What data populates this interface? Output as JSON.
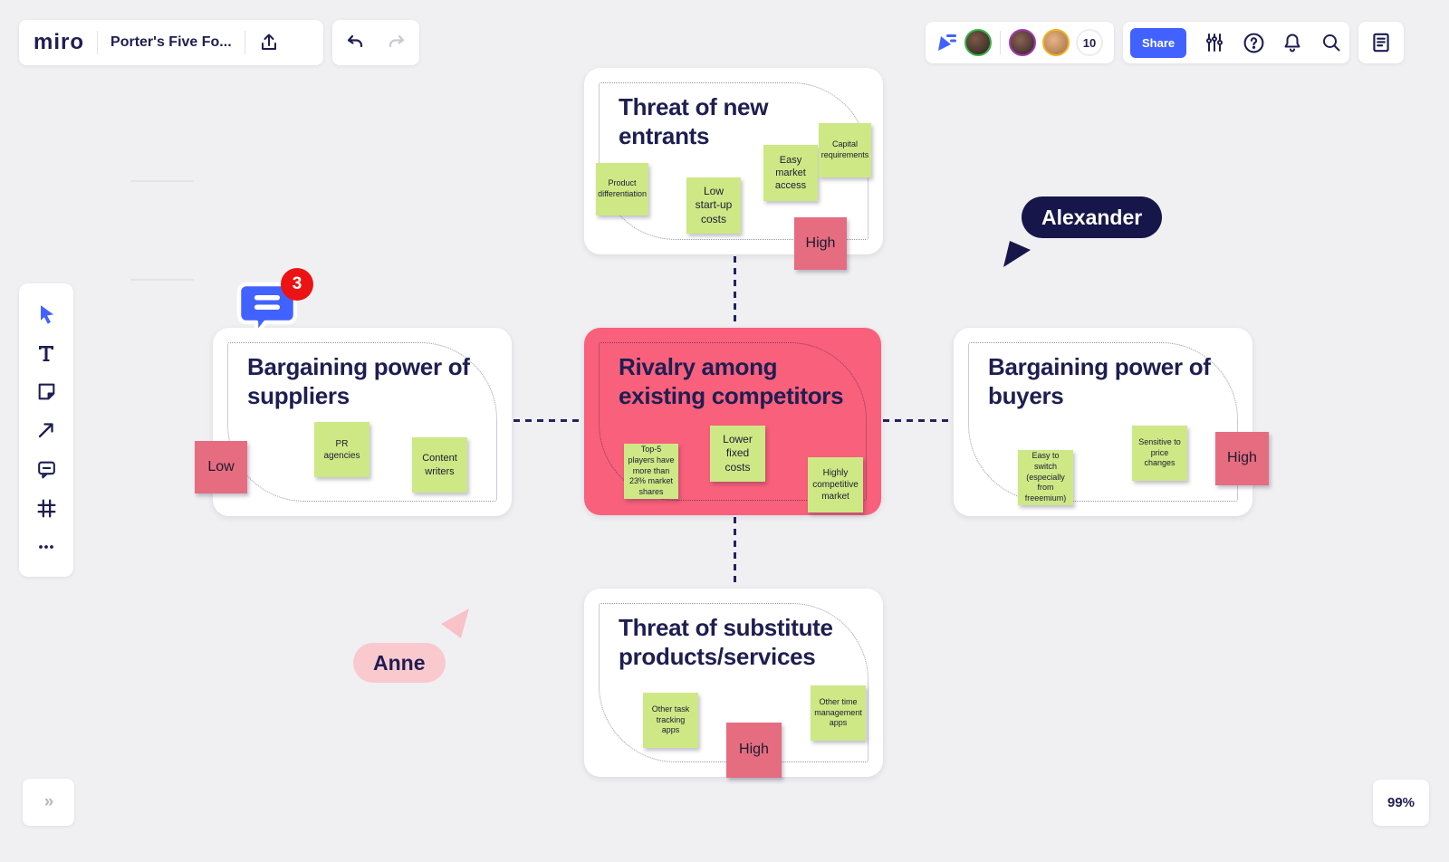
{
  "toolbar": {
    "logo": "miro",
    "board_title": "Porter's Five Fo...",
    "share_label": "Share"
  },
  "presence": {
    "count": "10",
    "users": [
      {
        "ring_color": "#35b34a"
      },
      {
        "ring_color": "#a43ab5"
      },
      {
        "ring_color": "#f2b222"
      }
    ]
  },
  "tools": {
    "select": "select-tool",
    "text": "text-tool",
    "sticky": "sticky-note-tool",
    "arrow": "arrow-tool",
    "comment": "comment-tool",
    "frame": "frame-tool",
    "more": "more-tools"
  },
  "icons": {
    "export": "export-icon",
    "undo": "undo-icon",
    "redo": "redo-icon",
    "cursors": "multiplayer-cursors-icon",
    "settings": "sliders-icon",
    "help": "help-icon",
    "notifications": "bell-icon",
    "search": "search-icon",
    "notes": "notes-icon"
  },
  "comment_thread": {
    "count": "3"
  },
  "cards": {
    "new_entrants": {
      "title": "Threat of new entrants",
      "notes": [
        {
          "text": "Product differentiation",
          "tone": "green"
        },
        {
          "text": "Low start-up costs",
          "tone": "green"
        },
        {
          "text": "Easy market access",
          "tone": "green"
        },
        {
          "text": "Capital requirements",
          "tone": "green"
        },
        {
          "text": "High",
          "tone": "pink"
        }
      ]
    },
    "suppliers": {
      "title": "Bargaining power of suppliers",
      "notes": [
        {
          "text": "Low",
          "tone": "pink"
        },
        {
          "text": "PR agencies",
          "tone": "green"
        },
        {
          "text": "Content writers",
          "tone": "green"
        }
      ]
    },
    "rivalry": {
      "title": "Rivalry among existing competitors",
      "notes": [
        {
          "text": "Top-5 players have more than 23% market shares",
          "tone": "green"
        },
        {
          "text": "Lower fixed costs",
          "tone": "green"
        },
        {
          "text": "Highly competitive market",
          "tone": "green"
        }
      ]
    },
    "buyers": {
      "title": "Bargaining power of buyers",
      "notes": [
        {
          "text": "Easy to switch (especially from freeemium)",
          "tone": "green"
        },
        {
          "text": "Sensitive to price changes",
          "tone": "green"
        },
        {
          "text": "High",
          "tone": "pink"
        }
      ]
    },
    "substitutes": {
      "title": "Threat of substitute products/services",
      "notes": [
        {
          "text": "Other task tracking apps",
          "tone": "green"
        },
        {
          "text": "High",
          "tone": "pink"
        },
        {
          "text": "Other time management apps",
          "tone": "green"
        }
      ]
    }
  },
  "cursors": {
    "alexander": "Alexander",
    "anne": "Anne"
  },
  "footer": {
    "zoom_level": "99%",
    "collapse_glyph": "»"
  },
  "colors": {
    "brand_blue": "#4262ff",
    "card_red": "#f9607b",
    "sticky_green": "#cee886",
    "sticky_pink": "#e66c80",
    "navy": "#1e1e52",
    "badge_red": "#eb1313",
    "anne_pink": "#fac9ce",
    "background": "#f0f0f2"
  }
}
